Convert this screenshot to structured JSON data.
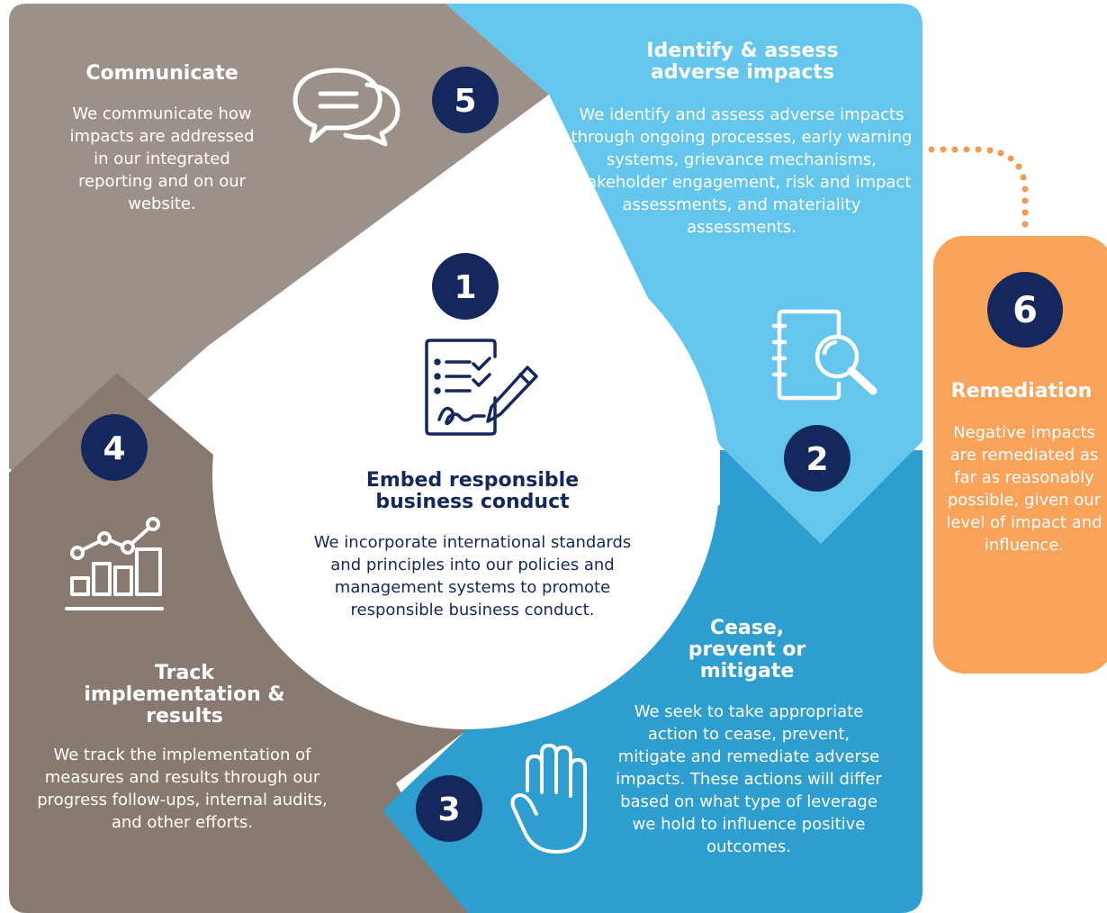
{
  "colors": {
    "grey_light": "#9c918a",
    "grey_dark": "#887a70",
    "blue_light": "#64c6ec",
    "blue_dark": "#2e9dcf",
    "orange": "#f9a25a",
    "navy": "#14285e",
    "white": "#ffffff"
  },
  "steps": [
    {
      "number": "1",
      "title": "Embed responsible business conduct",
      "text": "We incorporate international standards and principles into our policies and management systems to promote responsible business conduct.",
      "icon": "signed-document-icon"
    },
    {
      "number": "2",
      "title": "Identify & assess adverse impacts",
      "text": "We identify and assess adverse impacts through ongoing processes, early warning systems, grievance mechanisms, stakeholder engagement, risk and impact assessments, and materiality assessments.",
      "icon": "notebook-magnifier-icon"
    },
    {
      "number": "3",
      "title": "Cease, prevent or mitigate",
      "text": "We seek to take appropriate action to cease, prevent, mitigate and remediate adverse impacts. These actions will differ based on what type of leverage we hold to influence positive outcomes.",
      "icon": "raised-hand-icon"
    },
    {
      "number": "4",
      "title": "Track implementation & results",
      "text": "We track the implementation of measures and results through our progress follow-ups, internal audits, and other efforts.",
      "icon": "growth-chart-icon"
    },
    {
      "number": "5",
      "title": "Communicate",
      "text": "We communicate how impacts are addressed in our integrated reporting and on our website.",
      "icon": "speech-bubbles-icon"
    },
    {
      "number": "6",
      "title": "Remediation",
      "text": "Negative impacts are remediated as far as reasonably possible, given our level of impact and influence.",
      "icon": "none"
    }
  ]
}
